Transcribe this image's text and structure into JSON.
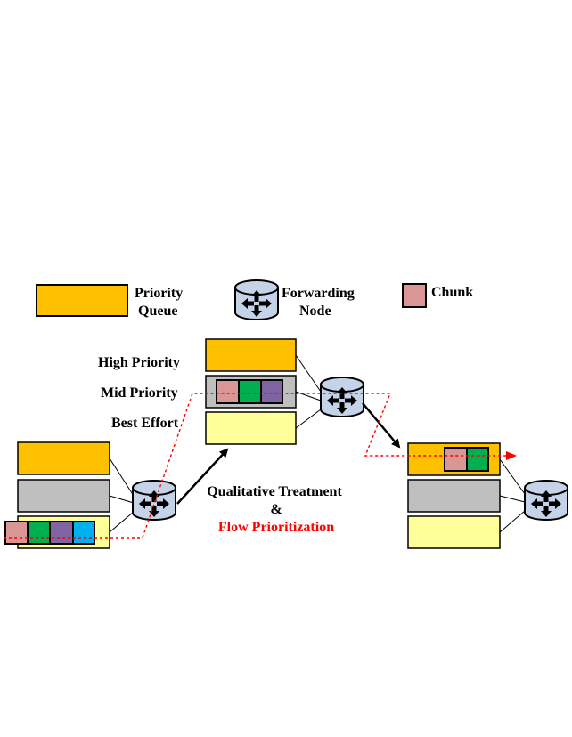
{
  "legend": {
    "queue_line1": "Priority",
    "queue_line2": "Queue",
    "node_line1": "Forwarding",
    "node_line2": "Node",
    "chunk": "Chunk"
  },
  "levels": {
    "high": "High Priority",
    "mid": "Mid Priority",
    "best": "Best Effort"
  },
  "caption": {
    "line1": "Qualitative Treatment",
    "line2": "&",
    "line3": "Flow Prioritization"
  },
  "colors": {
    "high_queue": "#ffc000",
    "mid_queue": "#bfbfbf",
    "best_queue": "#ffff99",
    "chunk_pink": "#da9694",
    "chunk_green": "#00b050",
    "chunk_purple": "#8064a2",
    "chunk_blue": "#00b0f0",
    "node_fill": "#c5d3e8",
    "flow_line": "#ff0000"
  },
  "icons": [
    "forwarding-node-icon",
    "router-arrows-icon"
  ]
}
